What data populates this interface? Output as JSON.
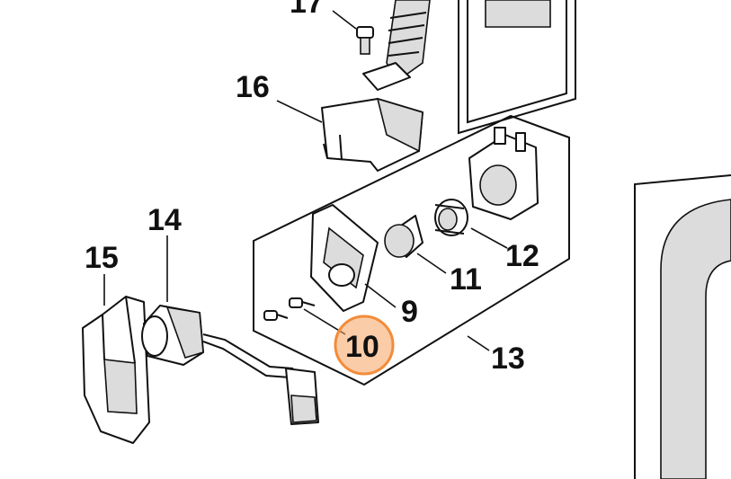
{
  "diagram": {
    "highlight_color": "#F28C3A",
    "highlighted_part": "10",
    "callouts": {
      "p17": "17",
      "p16": "16",
      "p15": "15",
      "p14": "14",
      "p13": "13",
      "p12": "12",
      "p11": "11",
      "p10": "10",
      "p9": "9"
    }
  }
}
